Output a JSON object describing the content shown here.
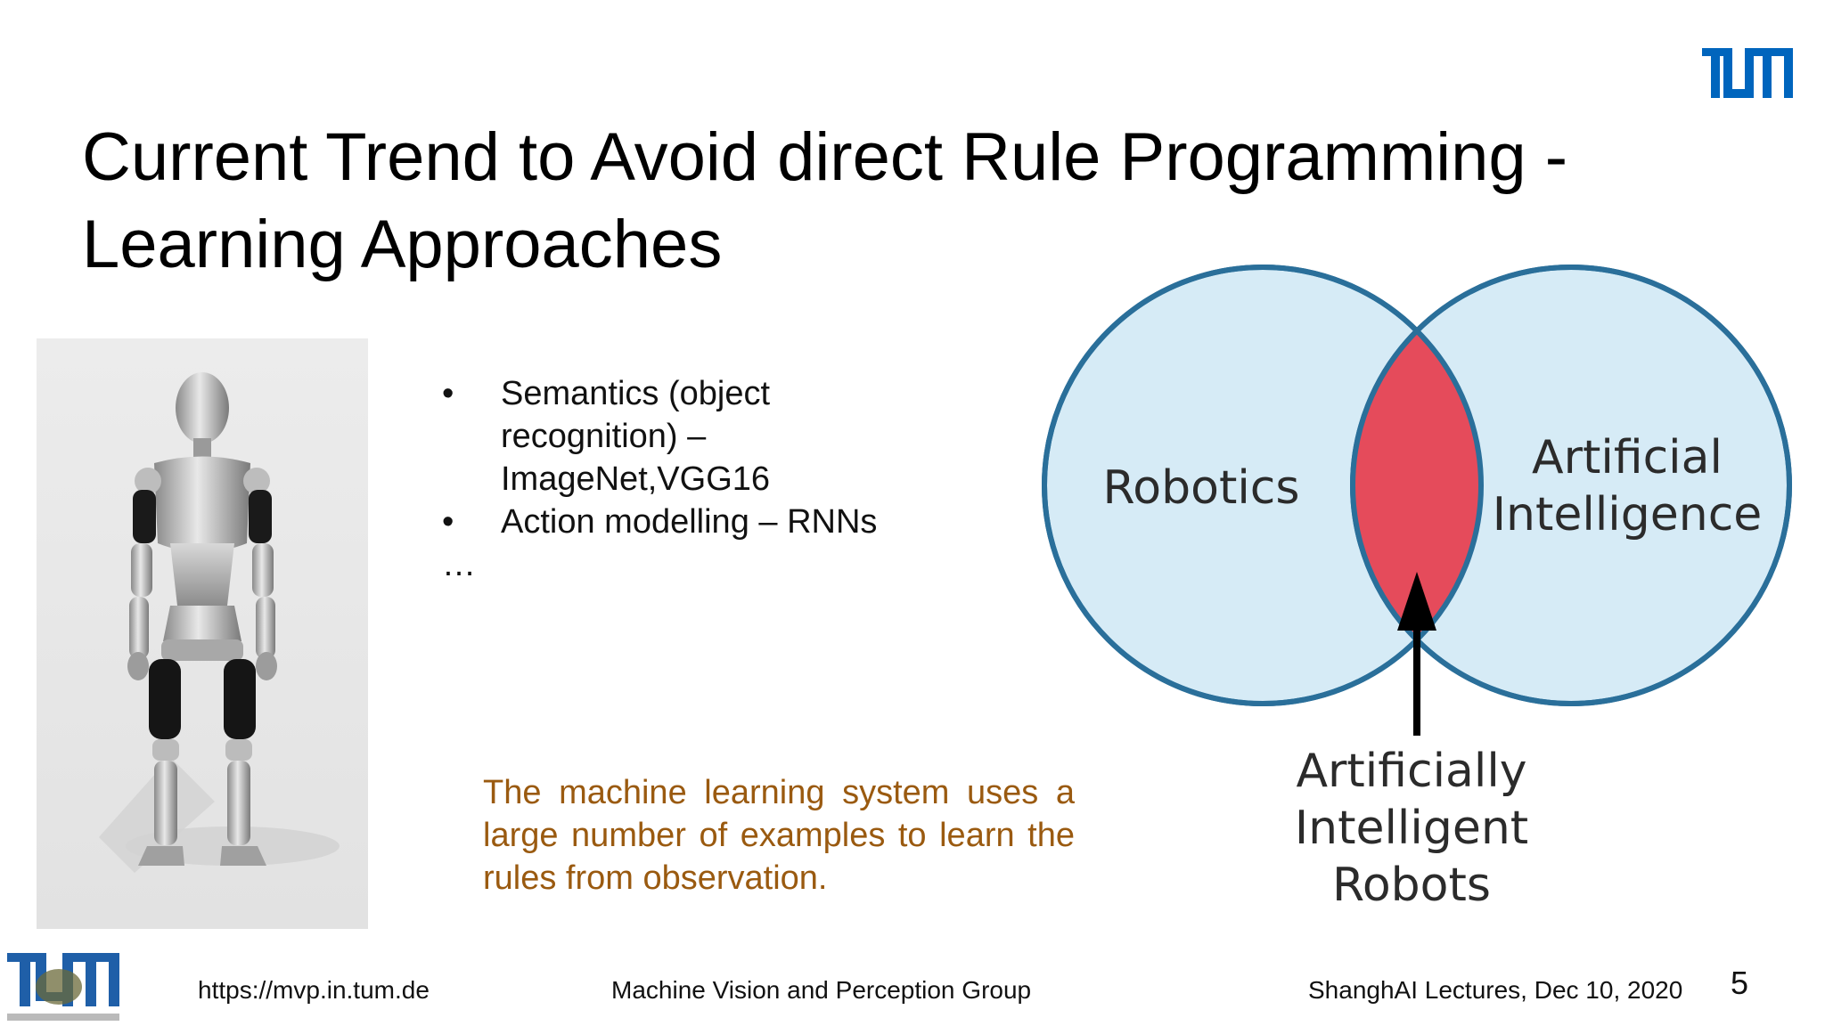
{
  "slide": {
    "title_line1": "Current Trend to Avoid direct Rule Programming -",
    "title_line2": "Learning Approaches",
    "bullets": [
      {
        "marker": "•",
        "lines": [
          "Semantics (object",
          "recognition) –",
          "ImageNet,VGG16"
        ]
      },
      {
        "marker": "•",
        "lines": [
          "Action modelling – RNNs"
        ]
      }
    ],
    "ellipsis": "…",
    "ml_text": "The machine learning system uses a large number of examples to learn the rules from observation.",
    "page_number": "5"
  },
  "venn": {
    "left_label": "Robotics",
    "right_label_line1": "Artificial",
    "right_label_line2": "Intelligence",
    "intersection_label_line1": "Artificially",
    "intersection_label_line2": "Intelligent",
    "intersection_label_line3": "Robots",
    "colors": {
      "circle_fill": "#d6ebf6",
      "circle_stroke": "#2a6f9a",
      "intersection_fill": "#e54b5b",
      "arrow": "#000000"
    }
  },
  "footer": {
    "url": "https://mvp.in.tum.de",
    "group": "Machine Vision and Perception Group",
    "lecture": "ShanghAI Lectures, Dec 10, 2020"
  },
  "icons": {
    "tum_logo": "tum-logo-icon",
    "group_logo": "mvp-group-logo-icon",
    "robot": "humanoid-robot-image"
  },
  "colors": {
    "tum_blue": "#0065bd",
    "ml_text": "#9a5a10"
  }
}
